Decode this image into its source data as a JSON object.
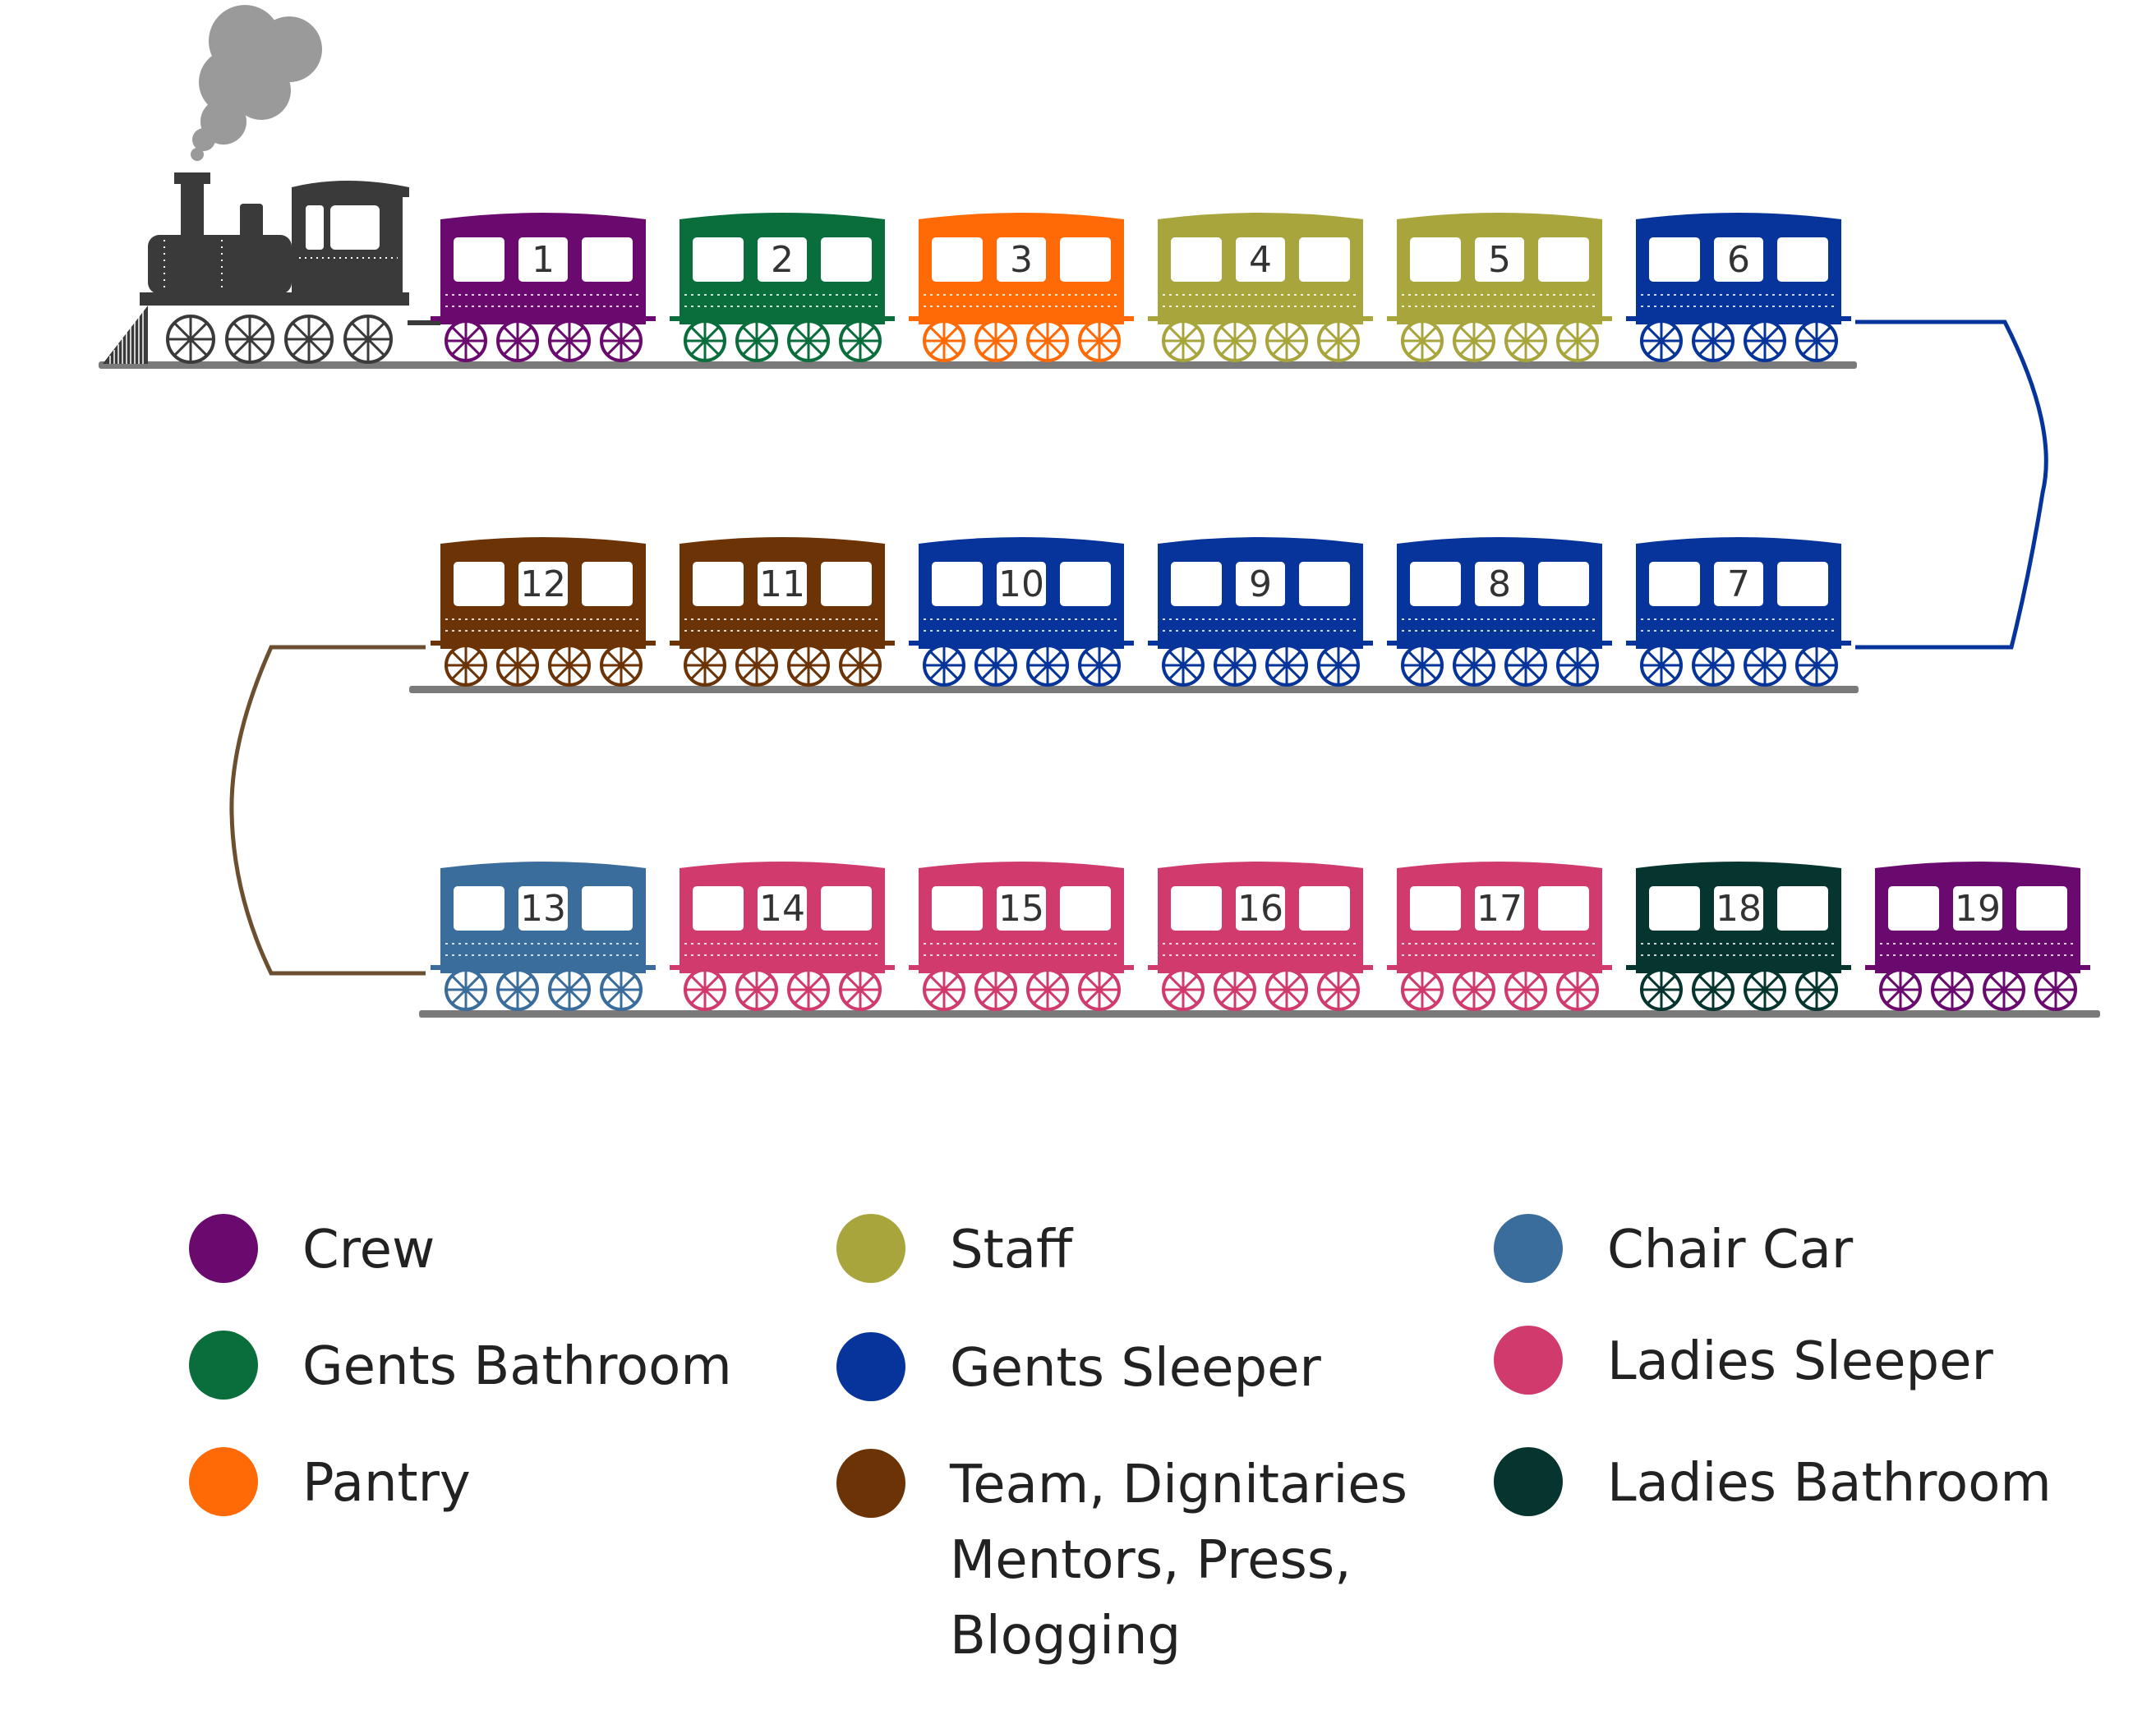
{
  "colors": {
    "crew": "#6b0a6e",
    "gents_bathroom": "#0a6e3c",
    "pantry": "#ff6a06",
    "staff": "#a8a53c",
    "gents_sleeper": "#07349b",
    "team": "#6b3306",
    "chair_car": "#3a6c9c",
    "ladies_sleeper": "#d13a6c",
    "ladies_bathroom": "#06352f",
    "engine": "#3a3a3a",
    "smoke": "#9a9a9a",
    "track": "#7a7a7a"
  },
  "coaches": [
    {
      "number": "1",
      "category": "crew"
    },
    {
      "number": "2",
      "category": "gents_bathroom"
    },
    {
      "number": "3",
      "category": "pantry"
    },
    {
      "number": "4",
      "category": "staff"
    },
    {
      "number": "5",
      "category": "staff"
    },
    {
      "number": "6",
      "category": "gents_sleeper"
    },
    {
      "number": "7",
      "category": "gents_sleeper"
    },
    {
      "number": "8",
      "category": "gents_sleeper"
    },
    {
      "number": "9",
      "category": "gents_sleeper"
    },
    {
      "number": "10",
      "category": "gents_sleeper"
    },
    {
      "number": "11",
      "category": "team"
    },
    {
      "number": "12",
      "category": "team"
    },
    {
      "number": "13",
      "category": "chair_car"
    },
    {
      "number": "14",
      "category": "ladies_sleeper"
    },
    {
      "number": "15",
      "category": "ladies_sleeper"
    },
    {
      "number": "16",
      "category": "ladies_sleeper"
    },
    {
      "number": "17",
      "category": "ladies_sleeper"
    },
    {
      "number": "18",
      "category": "ladies_bathroom"
    },
    {
      "number": "19",
      "category": "crew"
    }
  ],
  "legend": [
    {
      "label": "Crew",
      "category": "crew"
    },
    {
      "label": "Gents Bathroom",
      "category": "gents_bathroom"
    },
    {
      "label": "Pantry",
      "category": "pantry"
    },
    {
      "label": "Staff",
      "category": "staff"
    },
    {
      "label": "Gents Sleeper",
      "category": "gents_sleeper"
    },
    {
      "label": "Team, Dignitaries\nMentors, Press,\nBlogging",
      "category": "team"
    },
    {
      "label": "Chair Car",
      "category": "chair_car"
    },
    {
      "label": "Ladies Sleeper",
      "category": "ladies_sleeper"
    },
    {
      "label": "Ladies Bathroom",
      "category": "ladies_bathroom"
    }
  ]
}
